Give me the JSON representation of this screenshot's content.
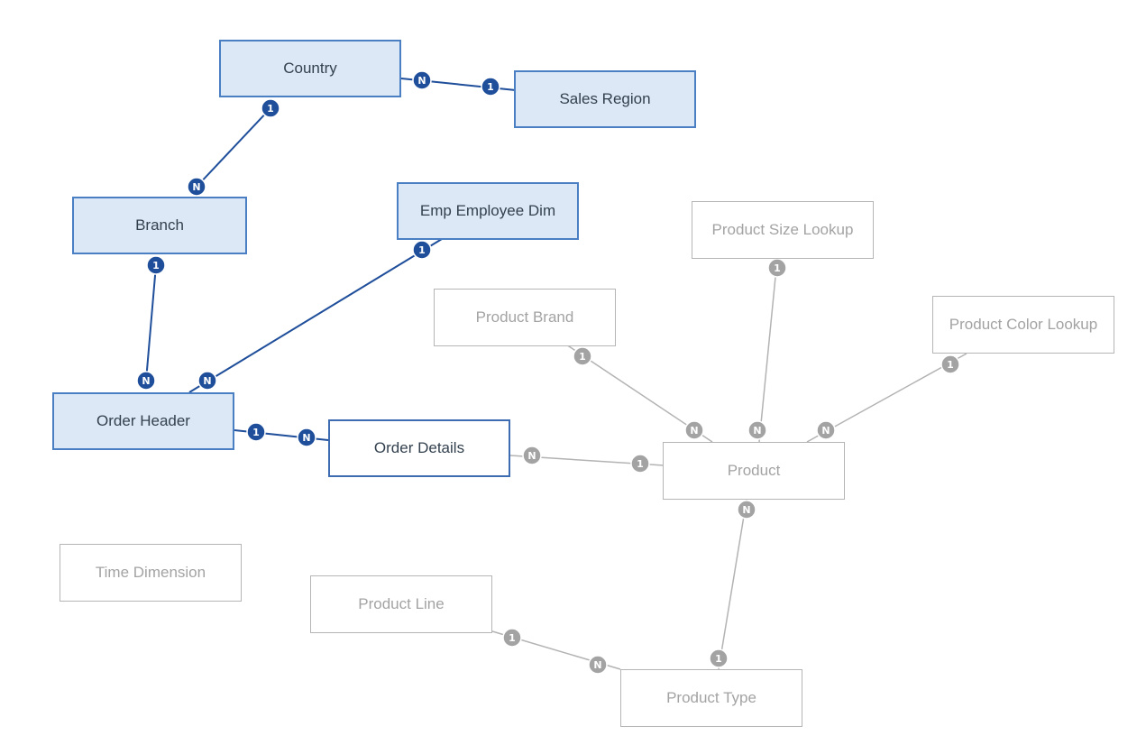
{
  "colors": {
    "active_line": "#1f4e9a",
    "inactive_line": "#b3b3b3",
    "active_badge": "#1f4e9a",
    "inactive_badge": "#a3a3a3"
  },
  "entities": [
    {
      "id": "country",
      "label": "Country",
      "state": "active"
    },
    {
      "id": "sales_region",
      "label": "Sales Region",
      "state": "active"
    },
    {
      "id": "branch",
      "label": "Branch",
      "state": "active"
    },
    {
      "id": "emp_employee_dim",
      "label": "Emp Employee Dim",
      "state": "active"
    },
    {
      "id": "order_header",
      "label": "Order Header",
      "state": "active"
    },
    {
      "id": "order_details",
      "label": "Order Details",
      "state": "selected"
    },
    {
      "id": "product_size_lookup",
      "label": "Product Size Lookup",
      "state": "inactive"
    },
    {
      "id": "product_brand",
      "label": "Product Brand",
      "state": "inactive"
    },
    {
      "id": "product_color_lookup",
      "label": "Product Color Lookup",
      "state": "inactive"
    },
    {
      "id": "product",
      "label": "Product",
      "state": "inactive"
    },
    {
      "id": "time_dimension",
      "label": "Time Dimension",
      "state": "inactive"
    },
    {
      "id": "product_line",
      "label": "Product Line",
      "state": "inactive"
    },
    {
      "id": "product_type",
      "label": "Product Type",
      "state": "inactive"
    }
  ],
  "relationships": [
    {
      "from": "country",
      "from_card": "N",
      "to": "sales_region",
      "to_card": "1",
      "state": "active"
    },
    {
      "from": "country",
      "from_card": "1",
      "to": "branch",
      "to_card": "N",
      "state": "active"
    },
    {
      "from": "branch",
      "from_card": "1",
      "to": "order_header",
      "to_card": "N",
      "state": "active"
    },
    {
      "from": "emp_employee_dim",
      "from_card": "1",
      "to": "order_header",
      "to_card": "N",
      "state": "active"
    },
    {
      "from": "order_header",
      "from_card": "1",
      "to": "order_details",
      "to_card": "N",
      "state": "active"
    },
    {
      "from": "order_details",
      "from_card": "N",
      "to": "product",
      "to_card": "1",
      "state": "inactive"
    },
    {
      "from": "product_brand",
      "from_card": "1",
      "to": "product",
      "to_card": "N",
      "state": "inactive"
    },
    {
      "from": "product_size_lookup",
      "from_card": "1",
      "to": "product",
      "to_card": "N",
      "state": "inactive"
    },
    {
      "from": "product_color_lookup",
      "from_card": "1",
      "to": "product",
      "to_card": "N",
      "state": "inactive"
    },
    {
      "from": "product",
      "from_card": "N",
      "to": "product_type",
      "to_card": "1",
      "state": "inactive"
    },
    {
      "from": "product_line",
      "from_card": "1",
      "to": "product_type",
      "to_card": "N",
      "state": "inactive"
    }
  ]
}
